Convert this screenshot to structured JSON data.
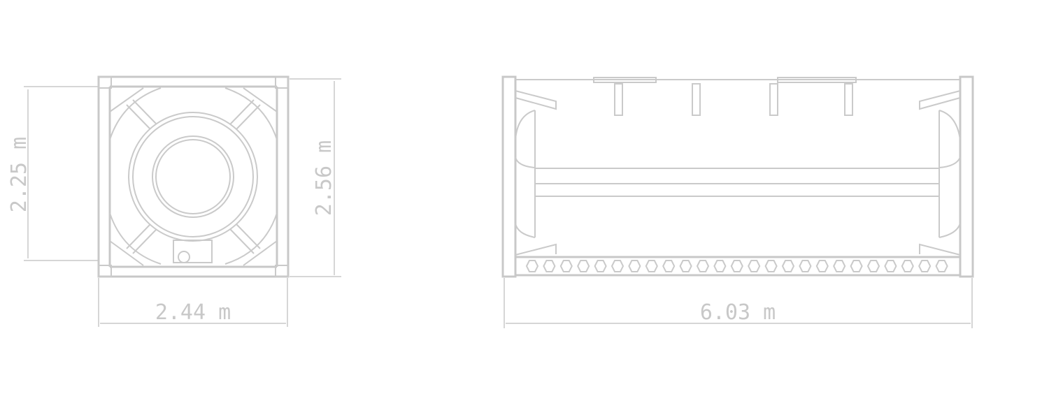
{
  "end_view": {
    "width_label": "2.44 m",
    "tank_height_label": "2.25 m",
    "overall_height_label": "2.56 m"
  },
  "side_view": {
    "length_label": "6.03 m"
  },
  "colors": {
    "line": "#efefef"
  }
}
